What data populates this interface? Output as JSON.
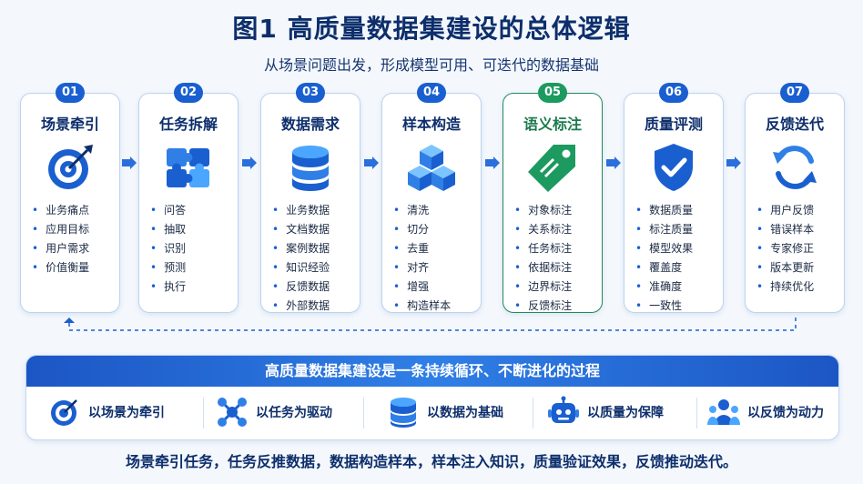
{
  "title": "图1  高质量数据集建设的总体逻辑",
  "subtitle": "从场景问题出发，形成模型可用、可迭代的数据基础",
  "steps": [
    {
      "num": "01",
      "title": "场景牵引",
      "icon": "target-icon",
      "items": [
        "业务痛点",
        "应用目标",
        "用户需求",
        "价值衡量"
      ]
    },
    {
      "num": "02",
      "title": "任务拆解",
      "icon": "puzzle-icon",
      "items": [
        "问答",
        "抽取",
        "识别",
        "预测",
        "执行"
      ]
    },
    {
      "num": "03",
      "title": "数据需求",
      "icon": "database-icon",
      "items": [
        "业务数据",
        "文档数据",
        "案例数据",
        "知识经验",
        "反馈数据",
        "外部数据"
      ]
    },
    {
      "num": "04",
      "title": "样本构造",
      "icon": "cubes-icon",
      "items": [
        "清洗",
        "切分",
        "去重",
        "对齐",
        "增强",
        "构造样本"
      ]
    },
    {
      "num": "05",
      "title": "语义标注",
      "icon": "tag-icon",
      "items": [
        "对象标注",
        "关系标注",
        "任务标注",
        "依据标注",
        "边界标注",
        "反馈标注"
      ]
    },
    {
      "num": "06",
      "title": "质量评测",
      "icon": "shield-check-icon",
      "items": [
        "数据质量",
        "标注质量",
        "模型效果",
        "覆盖度",
        "准确度",
        "一致性"
      ]
    },
    {
      "num": "07",
      "title": "反馈迭代",
      "icon": "refresh-icon",
      "items": [
        "用户反馈",
        "错误样本",
        "专家修正",
        "版本更新",
        "持续优化"
      ]
    }
  ],
  "active_step": "05",
  "colors": {
    "primary": "#1a5fd0",
    "active": "#1c9a5f",
    "dark_text": "#0d2e6b"
  },
  "banner": "高质量数据集建设是一条持续循环、不断进化的过程",
  "principles": [
    {
      "label": "以场景为牵引",
      "icon": "target-icon"
    },
    {
      "label": "以任务为驱动",
      "icon": "network-icon"
    },
    {
      "label": "以数据为基础",
      "icon": "database-icon"
    },
    {
      "label": "以质量为保障",
      "icon": "robot-icon"
    },
    {
      "label": "以反馈为动力",
      "icon": "people-icon"
    }
  ],
  "footer": "场景牵引任务，任务反推数据，数据构造样本，样本注入知识，质量验证效果，反馈推动迭代。"
}
